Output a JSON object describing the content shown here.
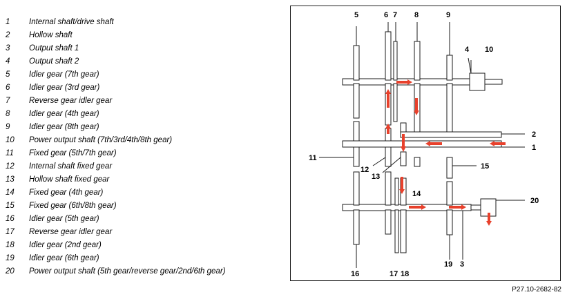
{
  "legend": [
    {
      "num": "1",
      "text": "Internal shaft/drive shaft"
    },
    {
      "num": "2",
      "text": "Hollow shaft"
    },
    {
      "num": "3",
      "text": "Output shaft 1"
    },
    {
      "num": "4",
      "text": "Output shaft 2"
    },
    {
      "num": "5",
      "text": "Idler gear (7th gear)"
    },
    {
      "num": "6",
      "text": "Idler gear (3rd gear)"
    },
    {
      "num": "7",
      "text": "Reverse gear idler gear"
    },
    {
      "num": "8",
      "text": "Idler gear (4th gear)"
    },
    {
      "num": "9",
      "text": "Idler gear (8th gear)"
    },
    {
      "num": "10",
      "text": "Power output shaft (7th/3rd/4th/8th gear)"
    },
    {
      "num": "11",
      "text": "Fixed gear (5th/7th gear)"
    },
    {
      "num": "12",
      "text": "Internal shaft fixed gear"
    },
    {
      "num": "13",
      "text": "Hollow shaft fixed gear"
    },
    {
      "num": "14",
      "text": "Fixed gear (4th gear)"
    },
    {
      "num": "15",
      "text": "Fixed gear (6th/8th gear)"
    },
    {
      "num": "16",
      "text": "Idler gear (5th gear)"
    },
    {
      "num": "17",
      "text": "Reverse gear idler gear"
    },
    {
      "num": "18",
      "text": "Idler gear (2nd gear)"
    },
    {
      "num": "19",
      "text": "Idler gear (6th gear)"
    },
    {
      "num": "20",
      "text": "Power output shaft (5th gear/reverse gear/2nd/6th gear)"
    }
  ],
  "callouts": {
    "c1": "1",
    "c2": "2",
    "c3": "3",
    "c4": "4",
    "c5": "5",
    "c6": "6",
    "c7": "7",
    "c8": "8",
    "c9": "9",
    "c10": "10",
    "c11": "11",
    "c12": "12",
    "c13": "13",
    "c14": "14",
    "c15": "15",
    "c16": "16",
    "c17": "17",
    "c18": "18",
    "c19": "19",
    "c20": "20"
  },
  "reference": "P27.10-2682-82",
  "colors": {
    "arrow": "#e8412c",
    "line": "#1a1a1a"
  }
}
